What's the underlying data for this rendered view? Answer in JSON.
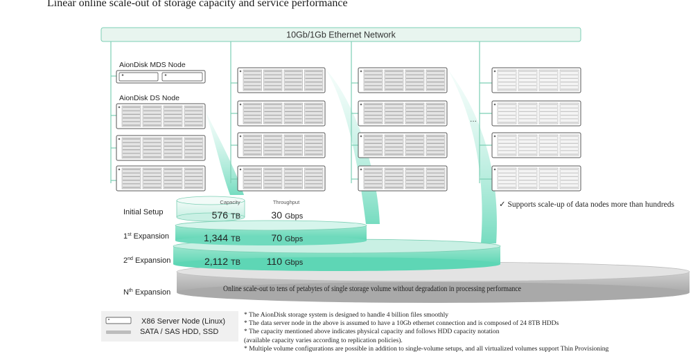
{
  "title": "Linear online scale-out of storage capacity and service performance",
  "network_label": "10Gb/1Gb Ethernet Network",
  "mds_label": "AionDisk MDS Node",
  "ds_label": "AionDisk DS Node",
  "ellipsis": "...",
  "scale_note": "Supports scale-up of data nodes more than hundreds",
  "column_headers": {
    "capacity": "Capacity",
    "throughput": "Throughput"
  },
  "stages": [
    {
      "base": "Initial Setup",
      "sup": "",
      "rest": "",
      "capacity": "576",
      "capacity_unit": "TB",
      "throughput": "30",
      "throughput_unit": "Gbps"
    },
    {
      "base": "1",
      "sup": "st",
      "rest": " Expansion",
      "capacity": "1,344",
      "capacity_unit": "TB",
      "throughput": "70",
      "throughput_unit": "Gbps"
    },
    {
      "base": "2",
      "sup": "nd",
      "rest": " Expansion",
      "capacity": "2,112",
      "capacity_unit": "TB",
      "throughput": "110",
      "throughput_unit": "Gbps"
    },
    {
      "base": "N",
      "sup": "th",
      "rest": " Expansion",
      "capacity": "",
      "capacity_unit": "",
      "throughput": "",
      "throughput_unit": ""
    }
  ],
  "nth_description": "Online scale-out to tens of petabytes of single storage volume without degradation in processing performance",
  "legend": {
    "server": "X86 Server Node (Linux)",
    "disk": "SATA / SAS HDD, SSD"
  },
  "notes": [
    "* The AionDisk storage system is designed to handle 4 billion files smoothly",
    "* The data server node in the above is assumed to have a 10Gb ethernet connection and is composed of 24 8TB HDDs",
    "* The capacity mentioned above indicates physical capacity and follows HDD capacity notation",
    "(available capacity varies according to replication policies).",
    "* Multiple volume configurations are possible in addition to single-volume setups, and all virtualized volumes support Thin Provisioning"
  ],
  "colors": {
    "accent": "#5ed6b5",
    "accent_light": "#d6f5ec",
    "gray_disk": "#c9c9c9",
    "bar_fill": "#e8f5ef"
  }
}
